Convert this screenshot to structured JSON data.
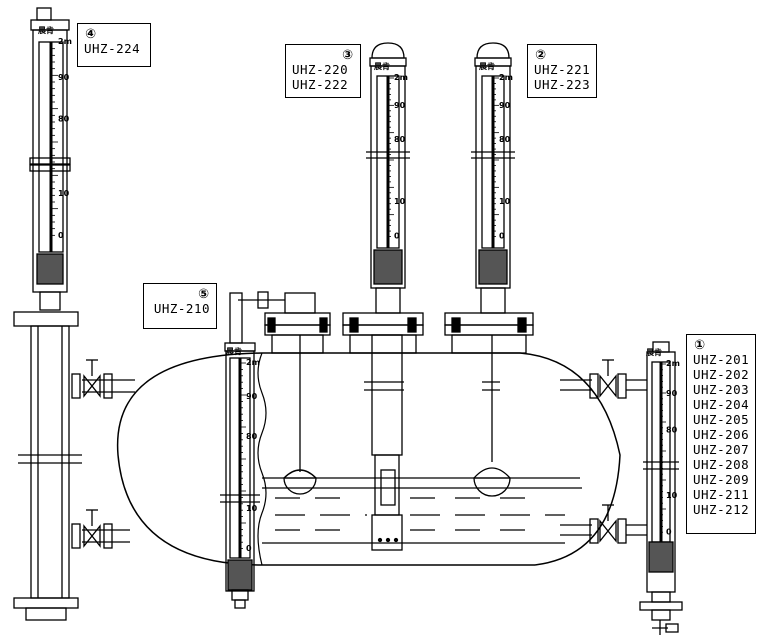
{
  "gauges": [
    {
      "id": "1",
      "badge": "①",
      "models": [
        "UHZ-201",
        "UHZ-202",
        "UHZ-203",
        "UHZ-204",
        "UHZ-205",
        "UHZ-206",
        "UHZ-207",
        "UHZ-208",
        "UHZ-209",
        "UHZ-211",
        "UHZ-212"
      ]
    },
    {
      "id": "2",
      "badge": "②",
      "models": [
        "UHZ-221",
        "UHZ-223"
      ]
    },
    {
      "id": "3",
      "badge": "③",
      "models": [
        "UHZ-220",
        "UHZ-222"
      ]
    },
    {
      "id": "4",
      "badge": "④",
      "models": [
        "UHZ-224"
      ]
    },
    {
      "id": "5",
      "badge": "⑤",
      "models": [
        "UHZ-210"
      ]
    }
  ],
  "scale": {
    "brand": "晨肯",
    "top_mark": "2m",
    "marks": [
      "90",
      "80",
      "10",
      "0"
    ]
  },
  "colors": {
    "line": "#000000",
    "background": "#ffffff"
  }
}
